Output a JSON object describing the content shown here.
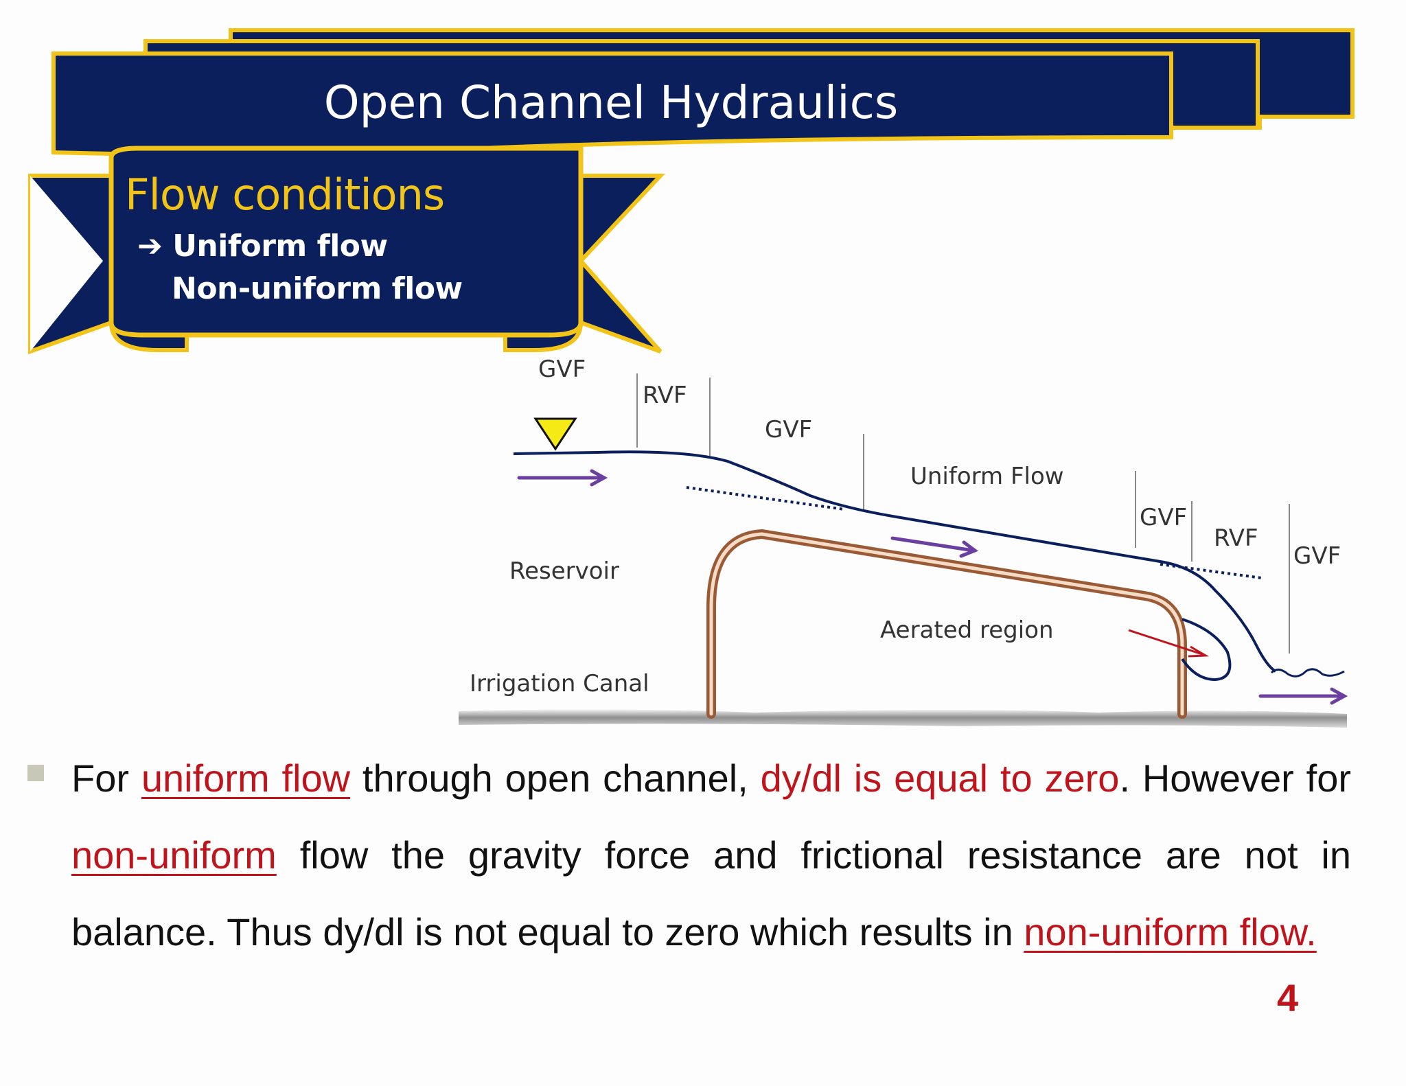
{
  "header": {
    "title": "Open Channel Hydraulics",
    "section": "Flow conditions",
    "arrow": "➔",
    "items": [
      "Uniform flow",
      "Non-uniform flow"
    ]
  },
  "diagram": {
    "labels": {
      "gvf_1": "GVF",
      "rvf_1": "RVF",
      "gvf_2": "GVF",
      "uniform_flow": "Uniform Flow",
      "gvf_3": "GVF",
      "rvf_2": "RVF",
      "gvf_4": "GVF",
      "reservoir": "Reservoir",
      "aerated_region": "Aerated region",
      "irrigation_canal": "Irrigation Canal"
    }
  },
  "body": {
    "segments": [
      "For ",
      "uniform  flow",
      " through open channel, ",
      "dy/dl is equal to zero",
      ". However  for ",
      "non-uniform",
      " flow the gravity force and frictional resistance are not in  balance. Thus dy/dl is not equal to zero which results in ",
      "non-uniform  flow."
    ]
  },
  "page_number": "4",
  "colors": {
    "navy": "#0b1f5c",
    "gold": "#f2c417",
    "highlight_red": "#c0141c",
    "arrow_purple": "#6b3fa0",
    "channel_brown": "#9a5a35"
  }
}
